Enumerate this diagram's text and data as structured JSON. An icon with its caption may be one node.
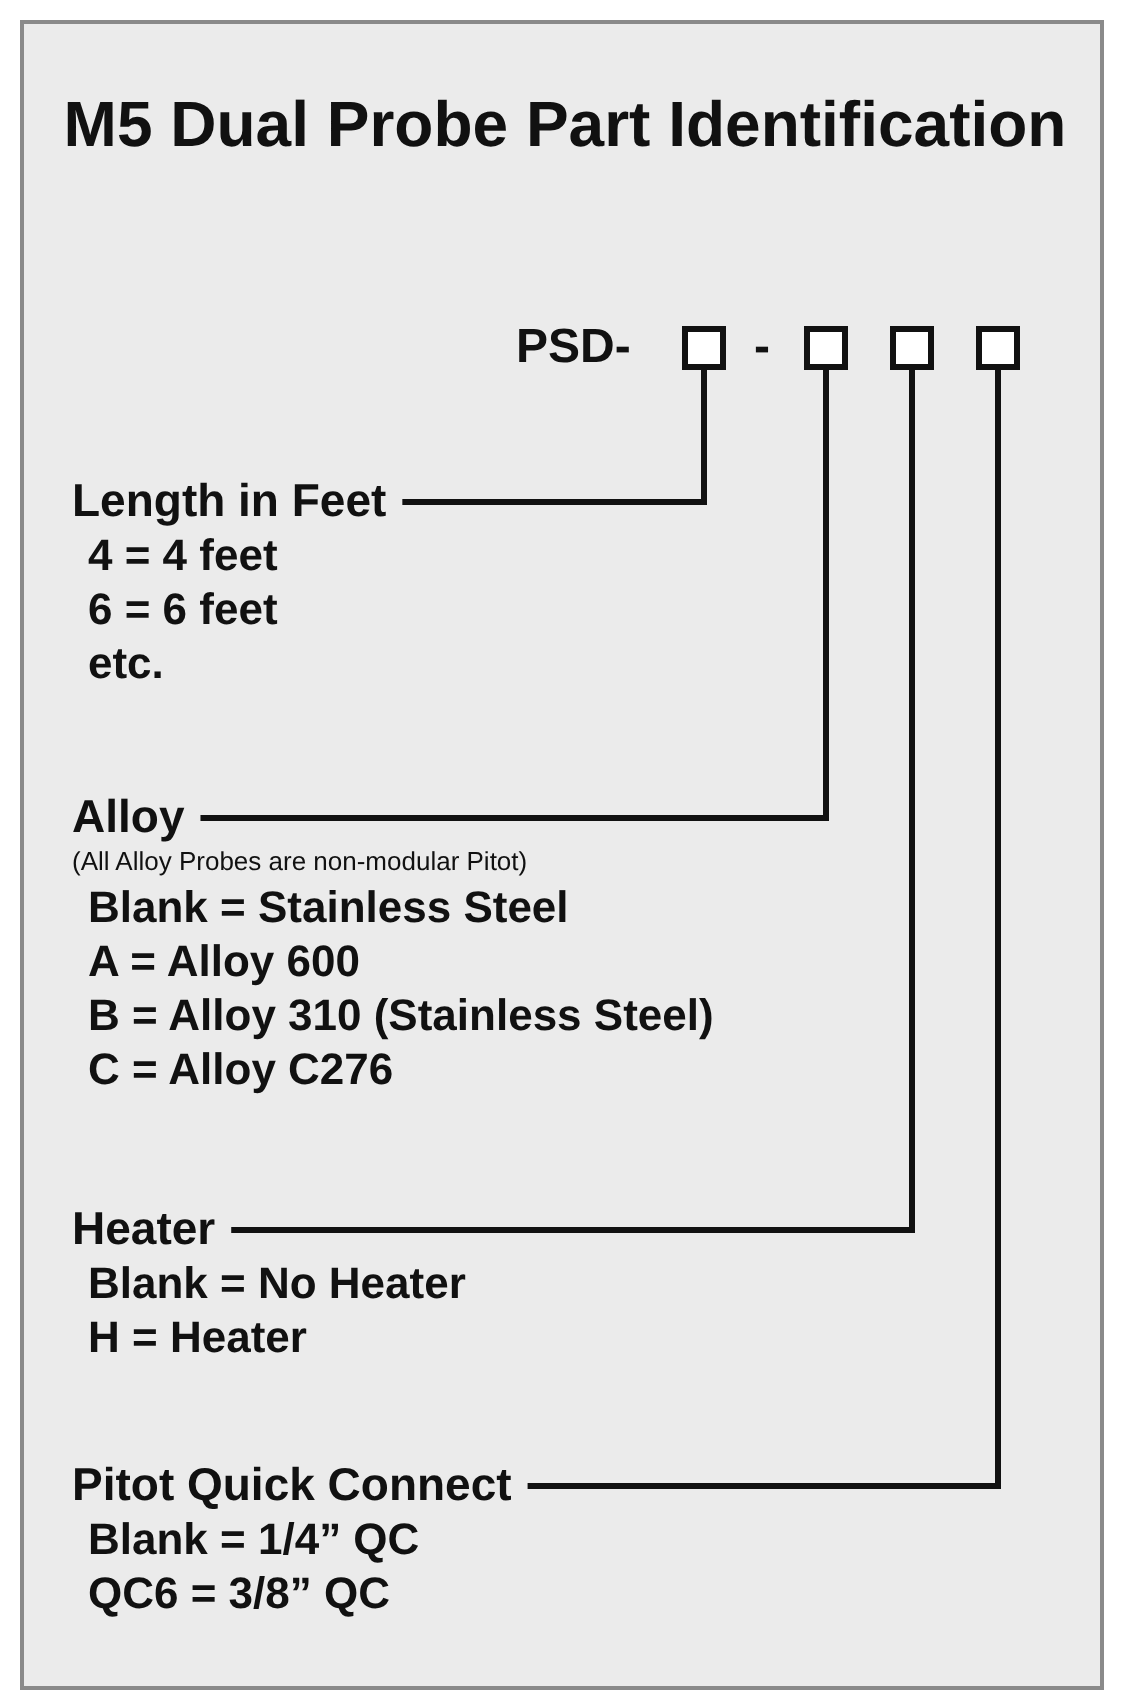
{
  "diagram": {
    "title": "M5 Dual Probe Part Identification",
    "nodes": [
      {
        "text": [],
        "shape": "box"
      },
      {
        "text": [],
        "shape": "box"
      },
      {
        "text": [],
        "shape": "box"
      },
      {
        "text": [],
        "shape": "box"
      },
      {
        "text": [
          "Length in Feet",
          "4 = 4 feet",
          "6 = 6 feet",
          "etc."
        ]
      },
      {
        "text": [
          "Alloy",
          "(All Alloy Probes are non-modular Pitot)",
          "Blank = Stainless Steel",
          "A = Alloy 600",
          "B = Alloy 310 (Stainless Steel)",
          "C = Alloy C276"
        ]
      },
      {
        "text": [
          "Heater",
          "Blank = No Heater",
          "H = Heater"
        ]
      },
      {
        "text": [
          "Pitot Quick Connect",
          "Blank = 1/4” QC",
          "QC6 = 3/8” QC"
        ]
      }
    ],
    "edges": [
      {
        "from": 4,
        "to": 0,
        "arrow": "none"
      },
      {
        "from": 5,
        "to": 1,
        "arrow": "none"
      },
      {
        "from": 6,
        "to": 2,
        "arrow": "none"
      },
      {
        "from": 7,
        "to": 3,
        "arrow": "none"
      }
    ],
    "labels": [
      "PSD-",
      "-"
    ]
  }
}
